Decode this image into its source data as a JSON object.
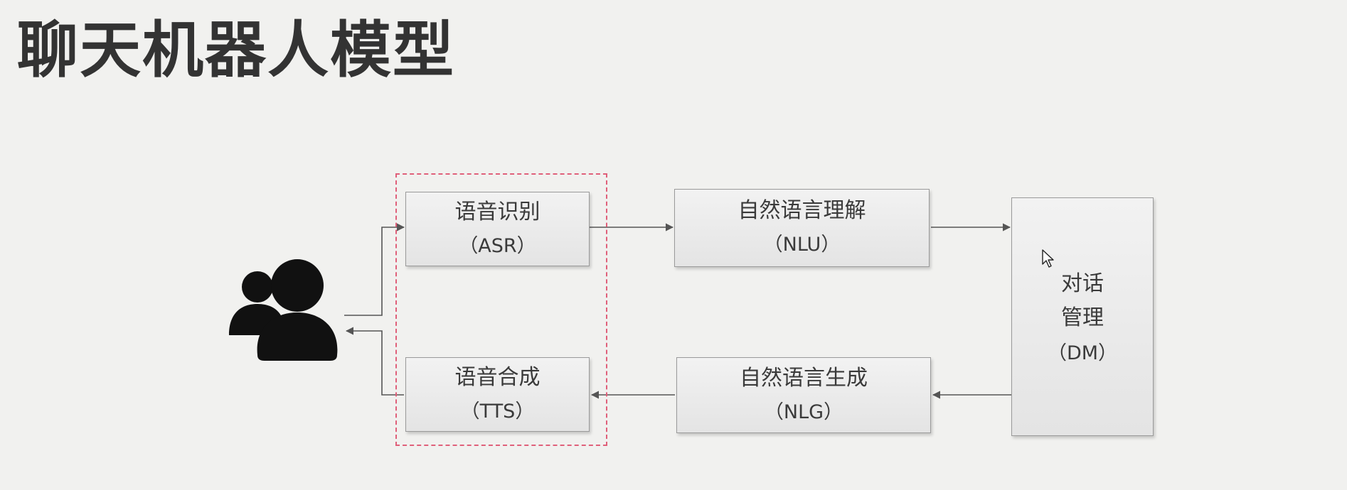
{
  "title": "聊天机器人模型",
  "nodes": {
    "asr": {
      "zh": "语音识别",
      "abbr": "（ASR）"
    },
    "tts": {
      "zh": "语音合成",
      "abbr": "（TTS）"
    },
    "nlu": {
      "zh": "自然语言理解",
      "abbr": "（NLU）"
    },
    "nlg": {
      "zh": "自然语言生成",
      "abbr": "（NLG）"
    },
    "dm": {
      "zh_line1": "对话",
      "zh_line2": "管理",
      "abbr": "（DM）"
    }
  },
  "icons": {
    "user": "users-icon",
    "cursor": "mouse-pointer-icon"
  },
  "colors": {
    "frame": "#e0607a",
    "arrow": "#555555",
    "text": "#333333"
  }
}
